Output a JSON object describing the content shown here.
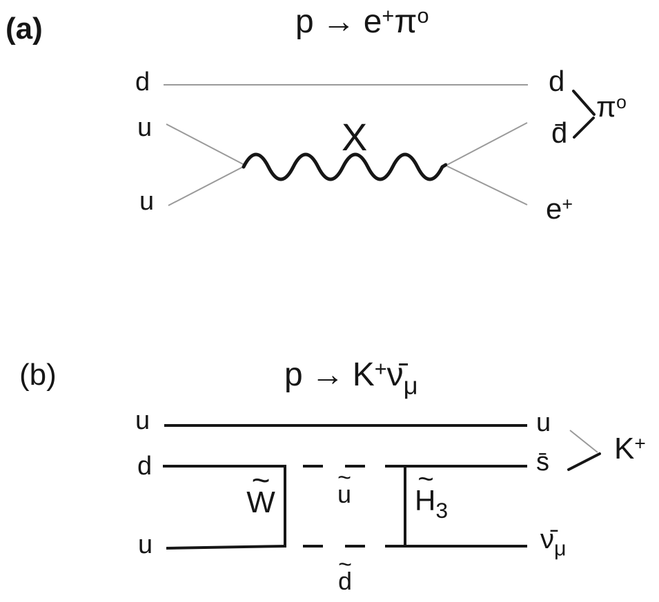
{
  "colors": {
    "background": "#ffffff",
    "ink": "#161616",
    "thin_line": "#9a9a9a"
  },
  "diagram_a": {
    "panel_label": "(a)",
    "title": {
      "initial": "p",
      "arrow": "→",
      "product1": "e",
      "product1_sup": "+",
      "product2": "π",
      "product2_sup": "o"
    },
    "in_quarks": {
      "q1": "d",
      "q2": "u",
      "q3": "u"
    },
    "boson": "X",
    "out": {
      "quark": "d",
      "antiquark": "d̄",
      "meson": "π",
      "meson_sup": "o",
      "lepton": "e",
      "lepton_sup": "+"
    }
  },
  "diagram_b": {
    "panel_label": "(b)",
    "title": {
      "initial": "p",
      "arrow": "→",
      "product1": "K",
      "product1_sup": "+",
      "product2": "ν̄",
      "product2_sub": "μ"
    },
    "in_quarks": {
      "q1": "u",
      "q2": "d",
      "q3": "u"
    },
    "sparticles": {
      "wino": {
        "tilde": "~",
        "letter": "W"
      },
      "squark_up": {
        "tilde": "~",
        "letter": "u"
      },
      "squark_down": {
        "tilde": "~",
        "letter": "d"
      },
      "higgsino": {
        "tilde": "~",
        "letter": "H",
        "subscript": "3"
      }
    },
    "out": {
      "quark": "u",
      "antiquark": "s̄",
      "meson": "K",
      "meson_sup": "+",
      "lepton": "ν̄",
      "lepton_sub": "μ"
    }
  }
}
